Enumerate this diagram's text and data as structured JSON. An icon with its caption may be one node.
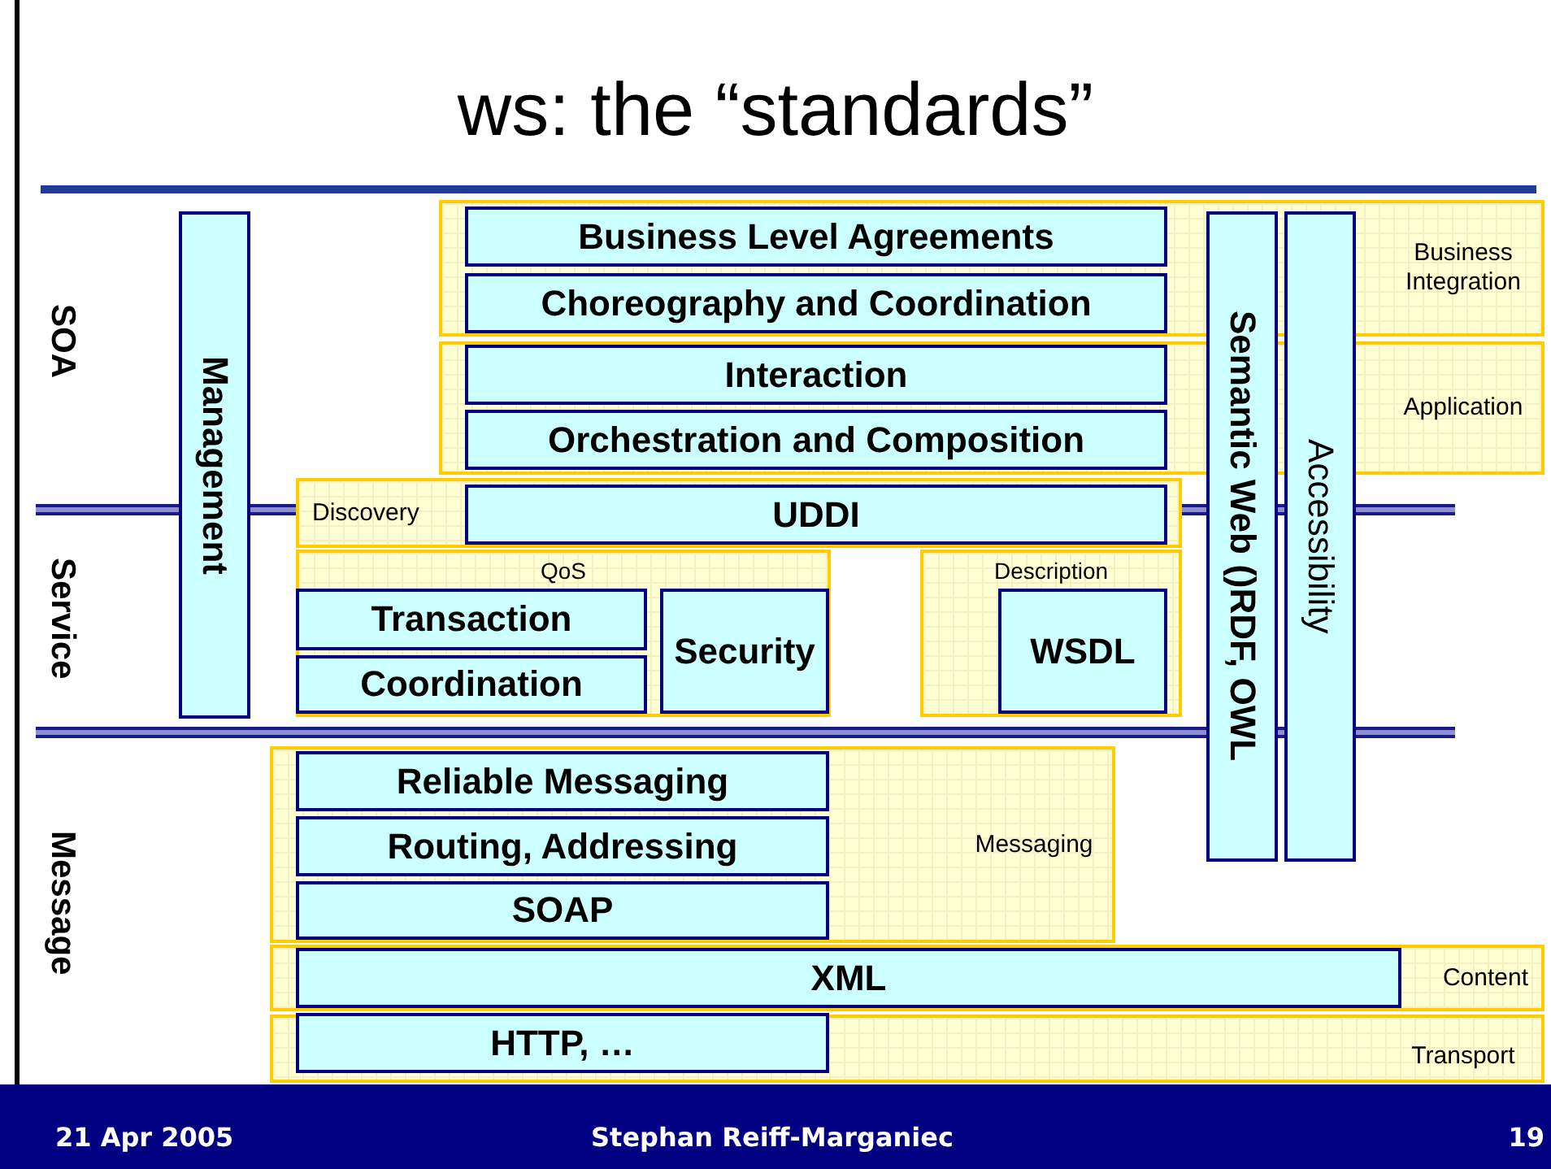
{
  "diagram": {
    "title": "ws: the “standards”",
    "nodes": [
      {
        "text": [
          "Business Integration"
        ]
      },
      {
        "text": [
          "Business Level Agreements"
        ],
        "in": 0
      },
      {
        "text": [
          "Choreography and Coordination"
        ],
        "in": 0
      },
      {
        "text": [
          "Application"
        ]
      },
      {
        "text": [
          "Interaction"
        ],
        "in": 3
      },
      {
        "text": [
          "Orchestration and Composition"
        ],
        "in": 3
      },
      {
        "text": [
          "Management"
        ]
      },
      {
        "text": [
          "Semantic Web ()RDF, OWL"
        ]
      },
      {
        "text": [
          "Accessibility"
        ]
      },
      {
        "text": [
          "Discovery"
        ]
      },
      {
        "text": [
          "UDDI"
        ],
        "in": 9
      },
      {
        "text": [
          "QoS"
        ]
      },
      {
        "text": [
          "Transaction"
        ],
        "in": 11
      },
      {
        "text": [
          "Coordination"
        ],
        "in": 11
      },
      {
        "text": [
          "Security"
        ],
        "in": 11
      },
      {
        "text": [
          "Description"
        ]
      },
      {
        "text": [
          "WSDL"
        ],
        "in": 15
      },
      {
        "text": [
          "Messaging"
        ]
      },
      {
        "text": [
          "Reliable Messaging"
        ],
        "in": 17
      },
      {
        "text": [
          "Routing, Addressing"
        ],
        "in": 17
      },
      {
        "text": [
          "SOAP"
        ],
        "in": 17
      },
      {
        "text": [
          "Content"
        ]
      },
      {
        "text": [
          "XML"
        ],
        "in": 21
      },
      {
        "text": [
          "Transport"
        ]
      },
      {
        "text": [
          "HTTP, …"
        ],
        "in": 23
      }
    ],
    "labels": [
      "SOA",
      "Service",
      "Message",
      "21 Apr 2005",
      "Stephan Reiff-Marganiec",
      "19"
    ]
  }
}
